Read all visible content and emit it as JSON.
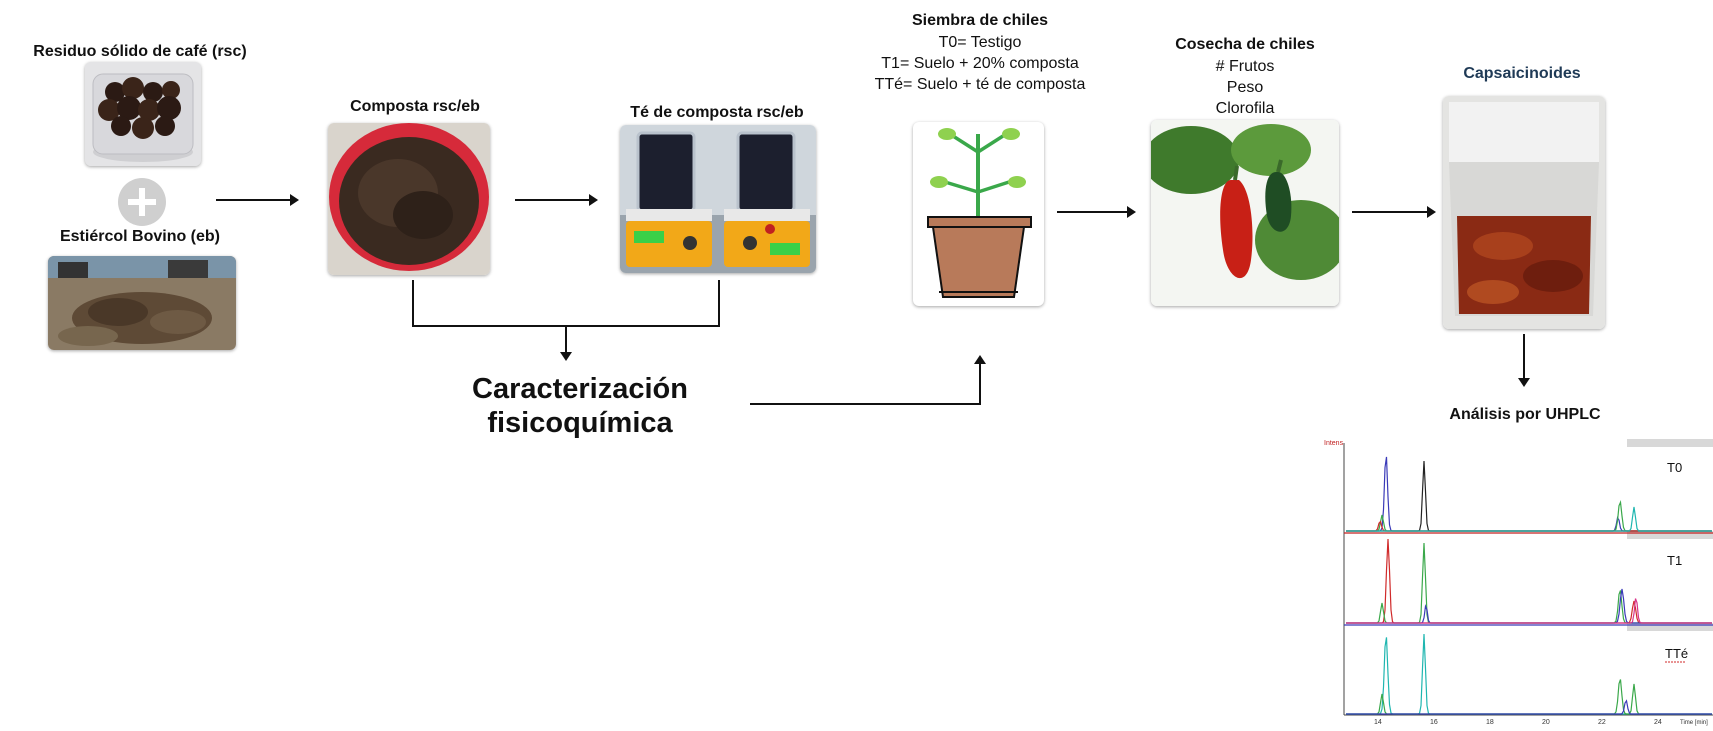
{
  "inputs": {
    "coffee_label": "Residuo sólido de café  (rsc)",
    "manure_label": "Estiércol Bovino (eb)"
  },
  "compost": {
    "label": "Composta rsc/eb"
  },
  "tea": {
    "label": "Té de composta rsc/eb"
  },
  "characterization": {
    "line1": "Caracterización",
    "line2": "fisicoquímica"
  },
  "sowing": {
    "title": "Siembra de chiles",
    "t0": "T0= Testigo",
    "t1": "T1= Suelo + 20% composta",
    "tte": "TTé= Suelo + té de composta"
  },
  "harvest": {
    "title": "Cosecha de chiles",
    "m1": "# Frutos",
    "m2": "Peso",
    "m3": "Clorofila"
  },
  "capsaicinoids": {
    "label": "Capsaicinoides"
  },
  "uhplc": {
    "label": "Análisis por UHPLC",
    "corner": "Intens.",
    "panels": [
      "T0",
      "T1",
      "TTé"
    ],
    "x_ticks": [
      "14",
      "16",
      "18",
      "20",
      "22",
      "24"
    ],
    "x_unit": "Time [min]",
    "colors": {
      "blue": "#3a3ab8",
      "green": "#3aa84a",
      "black": "#222222",
      "red": "#d02a2a",
      "cyan": "#1fb6b0",
      "pink": "#d8348a"
    }
  }
}
